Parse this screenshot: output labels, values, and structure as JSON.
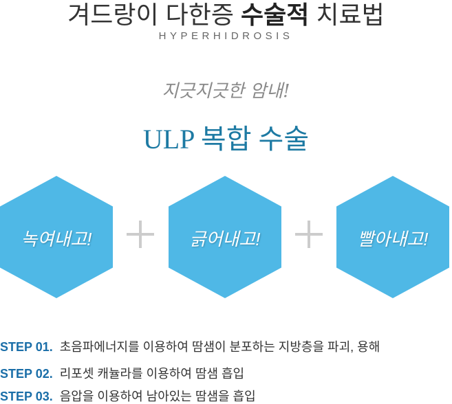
{
  "header": {
    "title_pre": "겨드랑이 다한증 ",
    "title_bold": "수술적",
    "title_post": " 치료법",
    "subtitle": "HYPERHIDROSIS"
  },
  "tagline": "지긋지긋한 암내!",
  "headline": "ULP 복합 수술",
  "hexagons": [
    {
      "label": "녹여내고!"
    },
    {
      "label": "긁어내고!"
    },
    {
      "label": "빨아내고!"
    }
  ],
  "colors": {
    "hex": "#4fb8e6",
    "accent": "#1d7aa3",
    "step": "#1a6ea8"
  },
  "steps": [
    {
      "label": "STEP 01.",
      "text": "초음파에너지를 이용하여 땀샘이 분포하는 지방층을 파괴, 용해"
    },
    {
      "label": "STEP 02.",
      "text": "리포셋 캐뉼라를 이용하여 땀샘 흡입"
    },
    {
      "label": "STEP 03.",
      "text": "음압을 이용하여 남아있는 땀샘을 흡입"
    }
  ]
}
